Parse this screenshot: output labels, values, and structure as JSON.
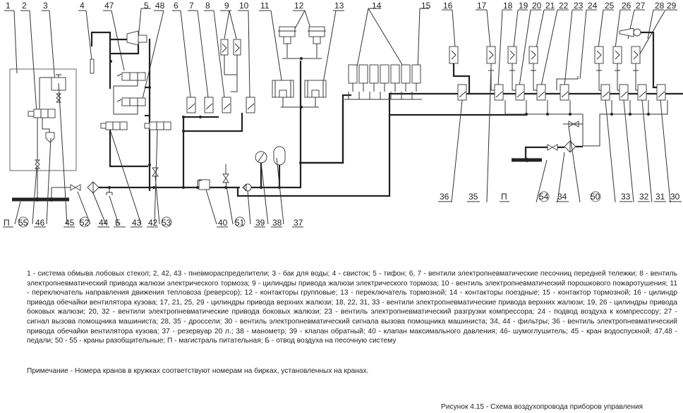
{
  "figure": {
    "caption": "Рисунок 4.15 - Схема воздухопровода приборов управления",
    "note": "Примечание - Номера кранов в кружках соответствуют номерам на бирках, установленных на кранах.",
    "legend": "1 - система обмыва лобовых стекол; 2, 42, 43 - пневмораспределители; 3 - бак для воды; 4 - свисток; 5 - тифон; 6, 7 - вентили электропневматические песочниц передней тележки; 8 - вентиль электропневматический привода жалюзи электрического тормоза; 9 - цилиндры привода жалюзи электрического тормоза; 10 - вентиль электропневматический порошкового пожаротушения; 11 - переключатель направления движения тепловоза (реверсор); 12 - контакторы групповые; 13 - переключатель тормозной; 14 - контакторы поездные; 15 - контактор тормозной; 16 - цилиндр привода обечайки вентилятора кузова; 17, 21, 25, 29 - цилиндры привода верхних жалюзи; 18, 22, 31, 33 - вентили электропневматические привода верхних жалюзи; 19, 26 - цилиндры привода боковых жалюзи; 20, 32 - вентили электропневматические привода боковых жалюзи; 23 - вентиль электропневматический разгрузки компрессора; 24 - подвод воздуха к компрессору; 27 - сигнал вызова помощника машиниста; 28, 35 - дроссели; 30 - вентиль электропневматический сигнала вызова помощника машиниста; 34, 44 - фильтры; 36 - вентиль электропневматический привода обечайки вентилятора кузова; 37 - резервуар 20 л.; 38 - манометр; 39 - клапан обратный; 40 - клапан максимального давления; 46- шумоглушитель; 45 - кран водоспускной; 47,48 - педали; 50 - 55 - краны разобщительные; П - магистраль питательная; Б - отвод воздуха на песочную систему"
  },
  "top_labels": [
    "1",
    "2",
    "3",
    "4",
    "47",
    "5",
    "48",
    "6",
    "7",
    "8",
    "9",
    "10",
    "11",
    "12",
    "13",
    "14",
    "15",
    "16",
    "17",
    "18",
    "19",
    "20",
    "21",
    "22",
    "23",
    "24",
    "25",
    "26",
    "27",
    "28",
    "29"
  ],
  "bottom_labels_left": [
    "П",
    "55",
    "46",
    "45",
    "52",
    "44",
    "Б",
    "43",
    "42",
    "53",
    "40",
    "51",
    "39",
    "38",
    "37"
  ],
  "bottom_labels_right": [
    "36",
    "35",
    "П",
    "54",
    "34",
    "50",
    "33",
    "32",
    "31",
    "30"
  ],
  "circled_labels": [
    "55",
    "52",
    "53",
    "51",
    "54",
    "50"
  ]
}
